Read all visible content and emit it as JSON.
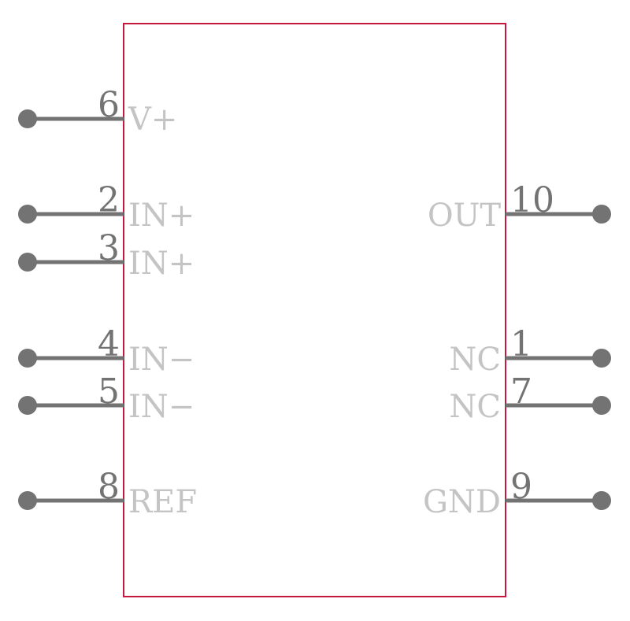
{
  "component": {
    "body_color": "#c8193c",
    "pin_color": "#737373",
    "label_color": "#c4c4c4"
  },
  "pins": {
    "left": [
      {
        "number": "6",
        "label": "V+"
      },
      {
        "number": "2",
        "label": "IN+"
      },
      {
        "number": "3",
        "label": "IN+"
      },
      {
        "number": "4",
        "label": "IN−"
      },
      {
        "number": "5",
        "label": "IN−"
      },
      {
        "number": "8",
        "label": "REF"
      }
    ],
    "right": [
      {
        "number": "10",
        "label": "OUT"
      },
      {
        "number": "1",
        "label": "NC"
      },
      {
        "number": "7",
        "label": "NC"
      },
      {
        "number": "9",
        "label": "GND"
      }
    ]
  }
}
